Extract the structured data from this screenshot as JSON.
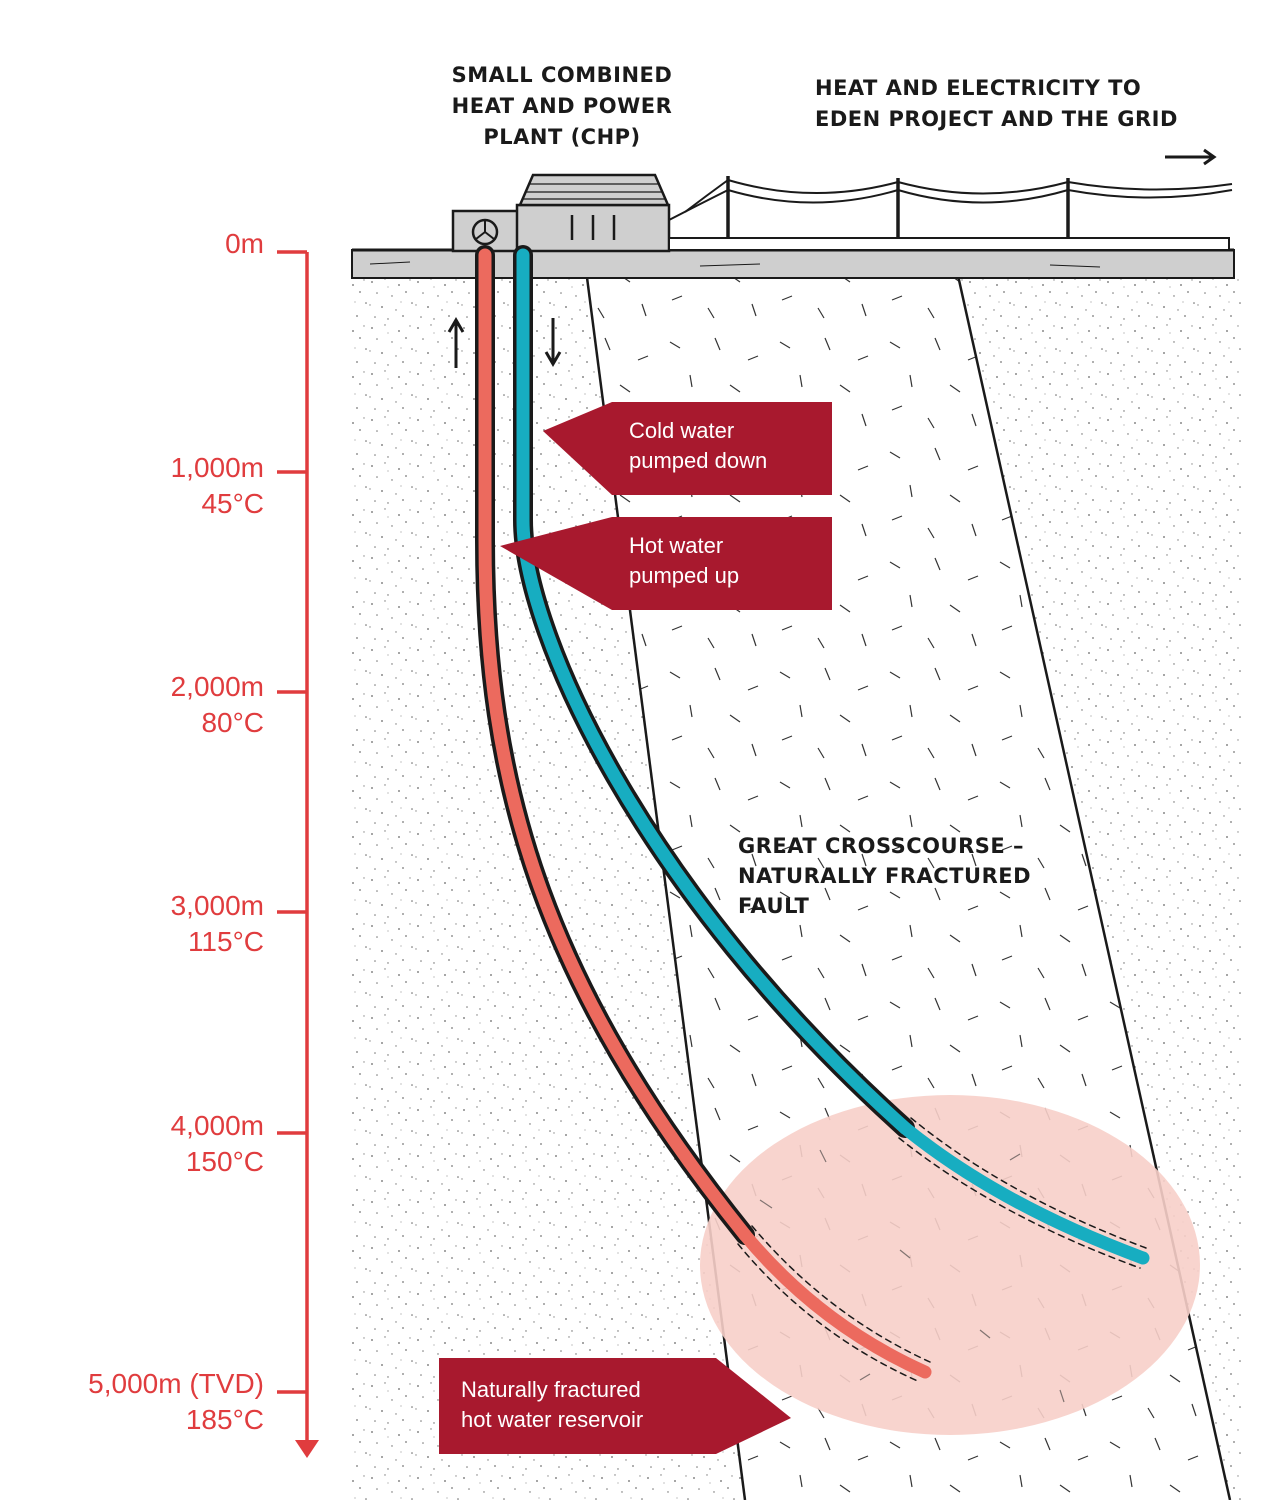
{
  "labels": {
    "chp_line1": "SMALL COMBINED",
    "chp_line2": "HEAT AND POWER",
    "chp_line3": "PLANT (CHP)",
    "grid_line1": "HEAT AND ELECTRICITY TO",
    "grid_line2": "EDEN PROJECT AND THE GRID",
    "fault_line1": "GREAT CROSSCOURSE –",
    "fault_line2": "NATURALLY FRACTURED",
    "fault_line3": "FAULT"
  },
  "callouts": {
    "cold_line1": "Cold water",
    "cold_line2": "pumped down",
    "hot_line1": "Hot water",
    "hot_line2": "pumped up",
    "reservoir_line1": "Naturally fractured",
    "reservoir_line2": "hot water reservoir"
  },
  "depth_scale": [
    {
      "depth": "0m",
      "temp": ""
    },
    {
      "depth": "1,000m",
      "temp": "45°C"
    },
    {
      "depth": "2,000m",
      "temp": "80°C"
    },
    {
      "depth": "3,000m",
      "temp": "115°C"
    },
    {
      "depth": "4,000m",
      "temp": "150°C"
    },
    {
      "depth": "5,000m (TVD)",
      "temp": "185°C"
    }
  ],
  "colors": {
    "depth_axis": "#e03c3e",
    "callout_fill": "#a8192e",
    "hot_pipe": "#ec6a5e",
    "cold_pipe": "#17adc1",
    "reservoir": "#f7cfc9",
    "ground": "#cfcfcf",
    "ink": "#1a1a1a"
  }
}
